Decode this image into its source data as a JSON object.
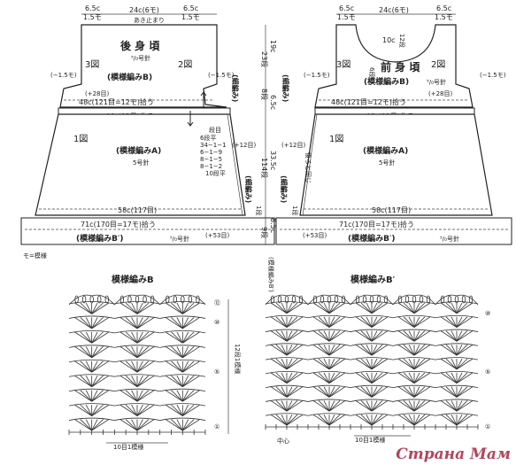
{
  "back_bodice": {
    "title": "後 身 頃",
    "needle": "⁵/₀号針",
    "fig_left": "3図",
    "fig_right": "2図",
    "inc_left": "(−1.5モ)",
    "inc_right": "(−1.5モ)",
    "top_left_width": "6.5c",
    "top_left_mo": "1.5モ",
    "top_mid_width": "24c(6モ)",
    "top_mid_note": "あき止まり",
    "top_right_width": "6.5c",
    "top_right_mo": "1.5モ",
    "inc28": "(+28目)",
    "pickup": "48c(121目=12モ)拾う",
    "yoke_make": "46c(93目)作る",
    "pattern_label": "(模様編みB)"
  },
  "front_bodice": {
    "title": "前 身 頃",
    "needle": "⁵/₀号針",
    "fig_left": "3図",
    "fig_right": "2図",
    "inc_left": "(−1.5モ)",
    "inc_right": "(−1.5モ)",
    "top_left_width": "6.5c",
    "top_left_mo": "1.5モ",
    "top_mid_width": "24c(6モ)",
    "top_right_width": "6.5c",
    "top_right_mo": "1.5モ",
    "neck_depth": "10c",
    "neck_rows": "12段",
    "neck_side": "6段",
    "inc28": "(+28目)",
    "pickup": "48c(121目=12モ)拾う",
    "yoke_make": "46c(93目)作る",
    "pattern_label": "(模様編みB)"
  },
  "center_dims": {
    "c19": "19c",
    "r23": "23段",
    "c65": "6.5c",
    "r8": "8段",
    "c335": "33.5c",
    "r114": "114段",
    "c85": "8.5c",
    "r9": "9段"
  },
  "skirt_back": {
    "fig": "1図",
    "pattern": "(模様編みA)",
    "needle": "5号針",
    "inc12": "(+12目)",
    "schedule_header": "段目",
    "schedule": [
      "6段平",
      "34−1−1",
      "6−1−9",
      "8−1−5",
      "8−1−2"
    ],
    "every": "10段平",
    "hem_width": "58c(117目)",
    "cord_left": "(細編み)",
    "cord_right": "(細編み)",
    "row_1": "1段"
  },
  "skirt_front": {
    "fig": "1図",
    "pattern": "(模様編みA)",
    "needle": "5号針",
    "inc12": "(+12目)",
    "hem_width": "58c(117目)",
    "cord_left": "(細編み)",
    "cord_right": "(細編み)",
    "note_rl": "後ろと同じ",
    "row_1": "1段"
  },
  "hem_band_back": {
    "pickup": "71c(170目=17モ)拾う",
    "pattern": "(模様編みB′)",
    "needle": "⁵/₀号針",
    "inc53": "(+53目)"
  },
  "hem_band_front": {
    "pickup": "71c(170目=17モ)拾う",
    "pattern": "(模様編みB′)",
    "needle": "⁵/₀号針",
    "inc53": "(+53目)"
  },
  "legend": "モ=模様",
  "center_rot_note": "(模様編みB′)",
  "chart_b": {
    "title": "模様編みB",
    "row_side": "12段1模様",
    "bottom_repeat": "10目1模様",
    "row_labels": [
      "⑫",
      "⑩",
      "⑤",
      "①"
    ]
  },
  "chart_b2": {
    "title": "模様編みB′",
    "center": "中心",
    "bottom_repeat": "10目1模様",
    "row_labels": [
      "⑩",
      "⑤",
      "①"
    ]
  },
  "watermark": "Страна Мам"
}
